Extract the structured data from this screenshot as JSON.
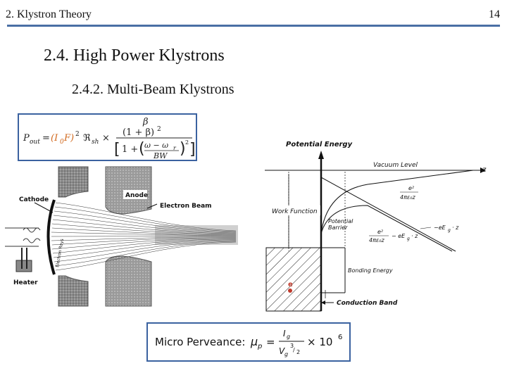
{
  "header": {
    "section": "2. Klystron Theory",
    "page_number": "14"
  },
  "slide": {
    "heading": "2.4. High Power Klystrons",
    "subheading": "2.4.2. Multi-Beam Klystrons"
  },
  "power_formula": {
    "lhs": "P",
    "lhs_sub": "out",
    "rhs_part1": "(I",
    "rhs_part1_sub": "0",
    "rhs_part2": "F)",
    "exponent": "2",
    "times": "×",
    "R_symbol": "ℜ",
    "R_sub": "sh",
    "beta": "β",
    "beta_denominator": "(1 + β)",
    "one_plus": "1 +",
    "omega_diff": "ω − ω",
    "omega_sub": "r",
    "bw": "BW"
  },
  "gun_diagram": {
    "cathode_label": "Cathode",
    "anode_label": "Anode",
    "beam_label": "Electron Beam",
    "heater_label": "Heater",
    "rays_label": "Electron Rays"
  },
  "energy_diagram": {
    "potential_energy": "Potential Energy",
    "vacuum_level": "Vacuum Level",
    "z_axis": "z",
    "image_charge_num": "e²",
    "image_charge_den": "4πε₀z",
    "work_function": "Work Function",
    "potential_barrier_line1": "Potential",
    "potential_barrier_line2": "Barrier",
    "field_term": "−eE",
    "field_sub": "g",
    "field_z": "· z",
    "combined_num": "e²",
    "combined_den": "4πε₀z",
    "combined_rest": "− eE",
    "combined_sub": "g",
    "combined_z": "· z",
    "bonding_energy": "Bonding Energy",
    "electron": "e",
    "conduction_band": "Conduction Band"
  },
  "perveance_formula": {
    "label": "Micro Perveance:",
    "mu": "μ",
    "mu_sub": "p",
    "eq": "=",
    "num": "I",
    "num_sub": "g",
    "den": "V",
    "den_sub": "g",
    "den_exp_num": "3",
    "den_exp_den": "2",
    "times": "× 10",
    "power": "6"
  }
}
